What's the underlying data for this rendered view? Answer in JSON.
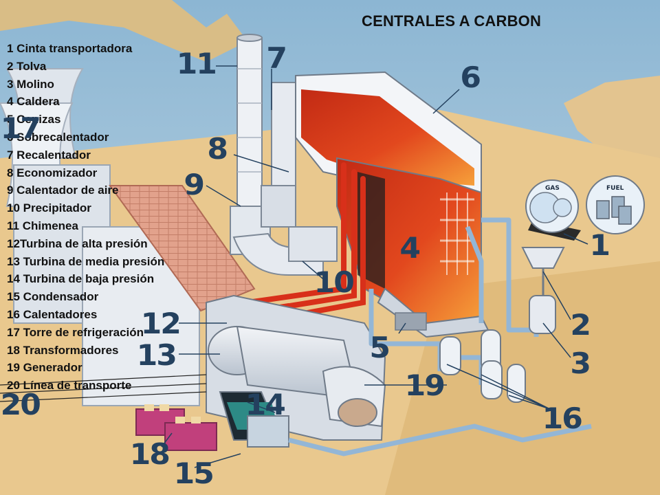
{
  "title": "CENTRALES A CARBON",
  "legend": [
    "1 Cinta transportadora",
    "2 Tolva",
    "3 Molino",
    "4 Caldera",
    "5 Cenizas",
    "6 Sobrecalentador",
    "7 Recalentador",
    "8 Economizador",
    "9 Calentador de aire",
    "10 Precipitador",
    "11 Chimenea",
    "12Turbina de alta presión",
    "13 Turbina de media presión",
    "14 Turbina de baja presión",
    "15 Condensador",
    "16 Calentadores",
    "17 Torre de refrigeración",
    "18 Transformadores",
    "19 Generador",
    "20 Línea de transporte"
  ],
  "callouts": [
    "1",
    "2",
    "3",
    "4",
    "5",
    "6",
    "7",
    "8",
    "9",
    "10",
    "11",
    "12",
    "13",
    "14",
    "15",
    "16",
    "17",
    "18",
    "19",
    "20"
  ],
  "tank_labels": {
    "gas": "GAS",
    "fuel": "FUEL"
  },
  "colors": {
    "sky": "#9fc4dc",
    "sand": "#e9c88e",
    "boiler_red": "#d6361c",
    "boiler_orange": "#f08a2c",
    "structure": "#e8ecf2",
    "pipe": "#a9c4dd",
    "roof": "#e2a08c",
    "callout_text": "#24415f"
  }
}
